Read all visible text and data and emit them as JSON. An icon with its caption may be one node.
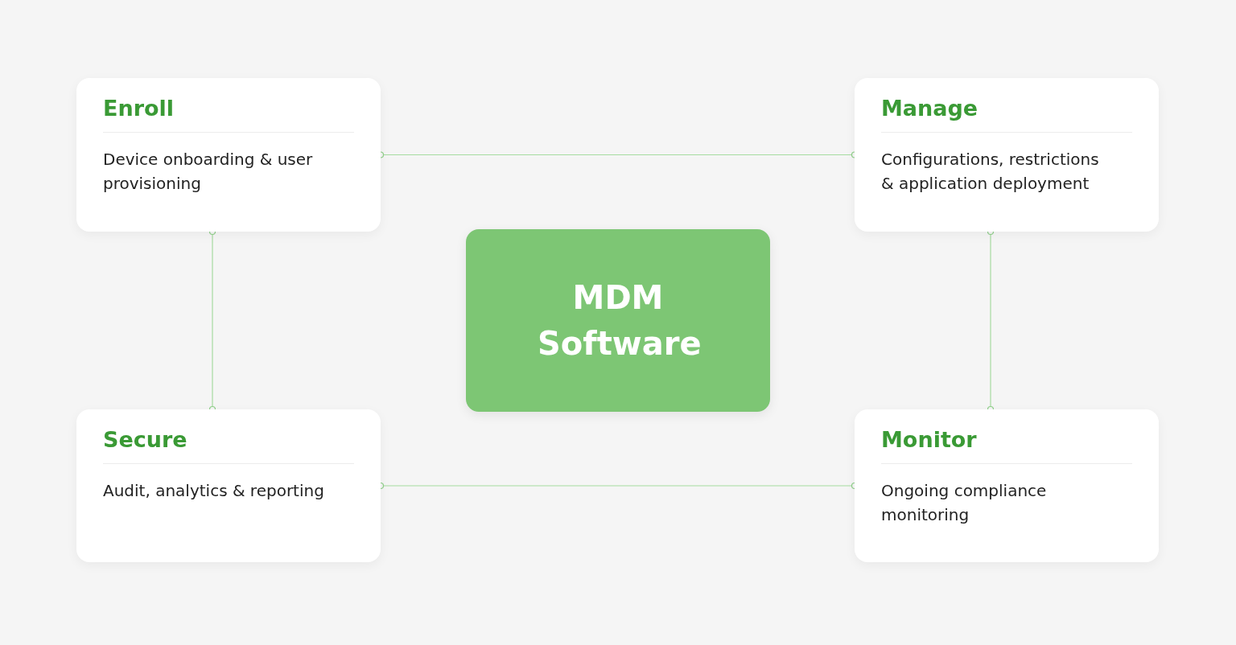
{
  "diagram": {
    "nodes": [
      {
        "text": [
          "Enroll",
          "Device onboarding & user provisioning"
        ]
      },
      {
        "text": [
          "Manage",
          "Configurations, restrictions & application deployment"
        ]
      },
      {
        "text": [
          "MDM Software"
        ]
      },
      {
        "text": [
          "Secure",
          "Audit, analytics & reporting"
        ]
      },
      {
        "text": [
          "Monitor",
          "Ongoing compliance monitoring"
        ]
      }
    ],
    "edges": [
      {
        "from": 0,
        "to": 1,
        "arrow": "other"
      },
      {
        "from": 0,
        "to": 3,
        "arrow": "other"
      },
      {
        "from": 1,
        "to": 4,
        "arrow": "other"
      },
      {
        "from": 3,
        "to": 4,
        "arrow": "other"
      }
    ]
  }
}
